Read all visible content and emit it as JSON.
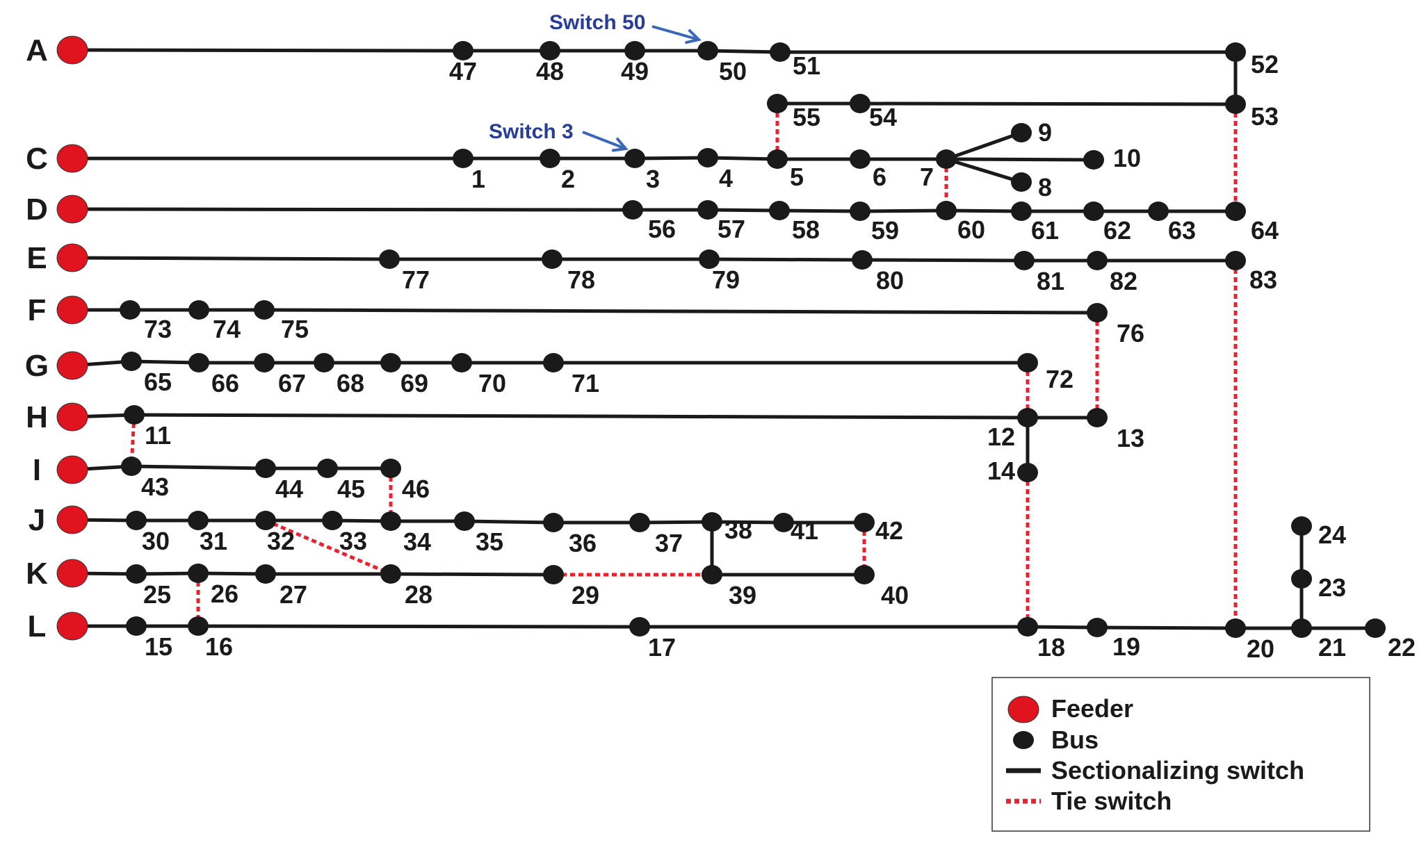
{
  "colors": {
    "feeder": "#e0141e",
    "bus": "#1a1a1a",
    "line": "#1a1a1a",
    "tie": "#e8232f",
    "annotation": "#283c9a",
    "arrow": "#3a68b8"
  },
  "feeders": [
    "A",
    "C",
    "D",
    "E",
    "F",
    "G",
    "H",
    "I",
    "J",
    "K",
    "L"
  ],
  "buses": [
    "1",
    "2",
    "3",
    "4",
    "5",
    "6",
    "7",
    "8",
    "9",
    "10",
    "11",
    "12",
    "13",
    "14",
    "15",
    "16",
    "17",
    "18",
    "19",
    "20",
    "21",
    "22",
    "23",
    "24",
    "25",
    "26",
    "27",
    "28",
    "29",
    "30",
    "31",
    "32",
    "33",
    "34",
    "35",
    "36",
    "37",
    "38",
    "39",
    "40",
    "41",
    "42",
    "43",
    "44",
    "45",
    "46",
    "47",
    "48",
    "49",
    "50",
    "51",
    "52",
    "53",
    "54",
    "55",
    "56",
    "57",
    "58",
    "59",
    "60",
    "61",
    "62",
    "63",
    "64",
    "65",
    "66",
    "67",
    "68",
    "69",
    "70",
    "71",
    "72",
    "73",
    "74",
    "75",
    "76",
    "77",
    "78",
    "79",
    "80",
    "81",
    "82",
    "83"
  ],
  "sectionalizing_switches": [
    [
      "A",
      "47"
    ],
    [
      "47",
      "48"
    ],
    [
      "48",
      "49"
    ],
    [
      "49",
      "50"
    ],
    [
      "50",
      "51"
    ],
    [
      "51",
      "52"
    ],
    [
      "52",
      "53"
    ],
    [
      "53",
      "54"
    ],
    [
      "54",
      "55"
    ],
    [
      "C",
      "1"
    ],
    [
      "1",
      "2"
    ],
    [
      "2",
      "3"
    ],
    [
      "3",
      "4"
    ],
    [
      "4",
      "5"
    ],
    [
      "5",
      "6"
    ],
    [
      "6",
      "7"
    ],
    [
      "7",
      "8"
    ],
    [
      "7",
      "9"
    ],
    [
      "7",
      "10"
    ],
    [
      "D",
      "56"
    ],
    [
      "56",
      "57"
    ],
    [
      "57",
      "58"
    ],
    [
      "58",
      "59"
    ],
    [
      "59",
      "60"
    ],
    [
      "60",
      "61"
    ],
    [
      "61",
      "62"
    ],
    [
      "62",
      "63"
    ],
    [
      "63",
      "64"
    ],
    [
      "E",
      "77"
    ],
    [
      "77",
      "78"
    ],
    [
      "78",
      "79"
    ],
    [
      "79",
      "80"
    ],
    [
      "80",
      "81"
    ],
    [
      "81",
      "82"
    ],
    [
      "82",
      "83"
    ],
    [
      "F",
      "73"
    ],
    [
      "73",
      "74"
    ],
    [
      "74",
      "75"
    ],
    [
      "75",
      "76"
    ],
    [
      "G",
      "65"
    ],
    [
      "65",
      "66"
    ],
    [
      "66",
      "67"
    ],
    [
      "67",
      "68"
    ],
    [
      "68",
      "69"
    ],
    [
      "69",
      "70"
    ],
    [
      "70",
      "71"
    ],
    [
      "71",
      "72"
    ],
    [
      "H",
      "11"
    ],
    [
      "11",
      "12"
    ],
    [
      "12",
      "13"
    ],
    [
      "12",
      "14"
    ],
    [
      "I",
      "43"
    ],
    [
      "43",
      "44"
    ],
    [
      "44",
      "45"
    ],
    [
      "45",
      "46"
    ],
    [
      "J",
      "30"
    ],
    [
      "30",
      "31"
    ],
    [
      "31",
      "32"
    ],
    [
      "32",
      "33"
    ],
    [
      "33",
      "34"
    ],
    [
      "34",
      "35"
    ],
    [
      "35",
      "36"
    ],
    [
      "36",
      "37"
    ],
    [
      "37",
      "38"
    ],
    [
      "38",
      "41"
    ],
    [
      "41",
      "42"
    ],
    [
      "38",
      "39"
    ],
    [
      "K",
      "25"
    ],
    [
      "25",
      "26"
    ],
    [
      "26",
      "27"
    ],
    [
      "27",
      "28"
    ],
    [
      "28",
      "29"
    ],
    [
      "39",
      "40"
    ],
    [
      "L",
      "15"
    ],
    [
      "15",
      "16"
    ],
    [
      "16",
      "17"
    ],
    [
      "17",
      "18"
    ],
    [
      "18",
      "19"
    ],
    [
      "19",
      "20"
    ],
    [
      "20",
      "21"
    ],
    [
      "21",
      "22"
    ],
    [
      "21",
      "23"
    ],
    [
      "23",
      "24"
    ]
  ],
  "tie_switches": [
    [
      "5",
      "55"
    ],
    [
      "7",
      "60"
    ],
    [
      "53",
      "64"
    ],
    [
      "76",
      "13"
    ],
    [
      "72",
      "12"
    ],
    [
      "11",
      "43"
    ],
    [
      "46",
      "34"
    ],
    [
      "32",
      "28"
    ],
    [
      "29",
      "39"
    ],
    [
      "42",
      "40"
    ],
    [
      "26",
      "16"
    ],
    [
      "14",
      "18"
    ],
    [
      "83",
      "20"
    ]
  ],
  "annotations": [
    {
      "text": "Switch 50",
      "target": "50"
    },
    {
      "text": "Switch 3",
      "target": "3"
    }
  ],
  "legend": {
    "feeder": "Feeder",
    "bus": "Bus",
    "sectionalizing": "Sectionalizing switch",
    "tie": "Tie switch"
  }
}
